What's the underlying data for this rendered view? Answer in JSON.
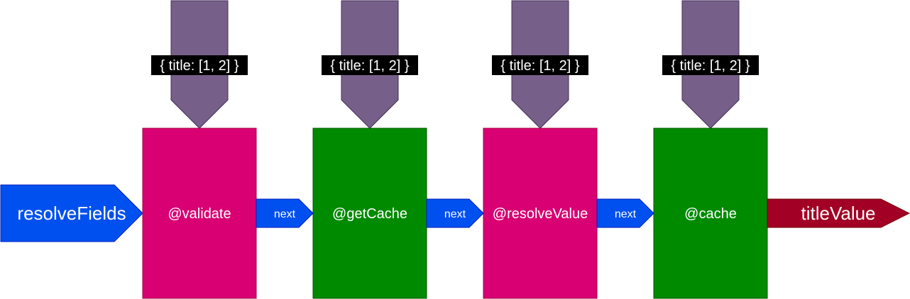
{
  "entry_arrow": {
    "label": "resolveFields",
    "color": "#0050ef"
  },
  "output_arrow": {
    "label": "titleValue",
    "color": "#a20025"
  },
  "directives": [
    {
      "label": "@validate",
      "color": "#d80073",
      "input": "{ title: [1, 2] }"
    },
    {
      "label": "@getCache",
      "color": "#008a00",
      "input": "{ title: [1, 2] }"
    },
    {
      "label": "@resolveValue",
      "color": "#d80073",
      "input": "{ title: [1, 2] }"
    },
    {
      "label": "@cache",
      "color": "#008a00",
      "input": "{ title: [1, 2] }"
    }
  ],
  "connectors": [
    {
      "label": "next"
    },
    {
      "label": "next"
    },
    {
      "label": "next"
    }
  ],
  "colors": {
    "input_arrow": "#76608a",
    "input_arrow_stroke": "#432d57",
    "connector": "#0050ef",
    "label_bg": "#000000"
  }
}
